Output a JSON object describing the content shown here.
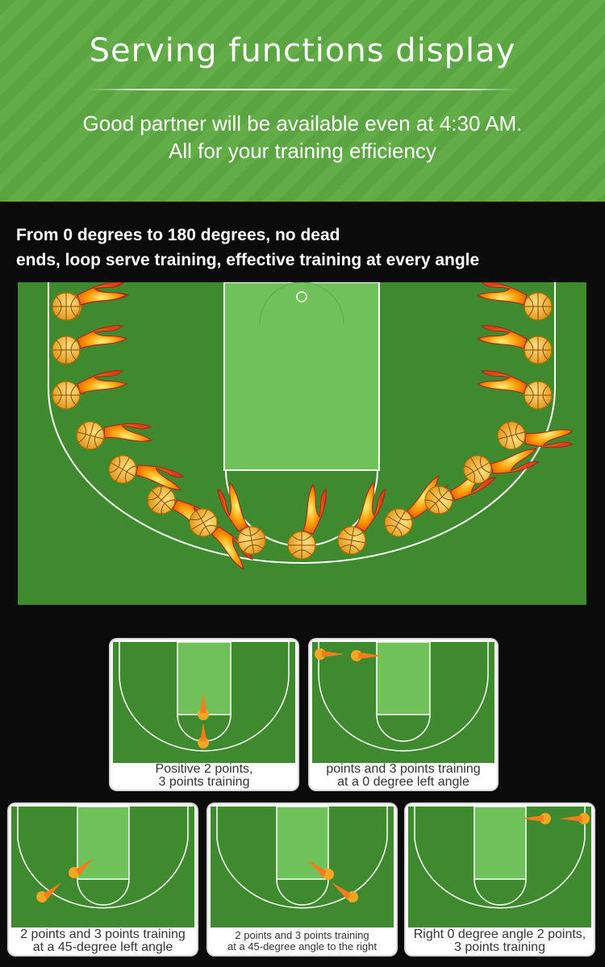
{
  "header": {
    "title": "Serving functions display",
    "subtitle_line1": "Good partner will be available even at 4:30 AM.",
    "subtitle_line2": "All for your training efficiency"
  },
  "headline": {
    "line1": "From 0 degrees to 180 degrees, no dead",
    "line2": "ends, loop serve training, effective training at every angle"
  },
  "colors": {
    "header_green": "#5aa441",
    "court_green": "#3f8a2e",
    "lane_green": "#6fc25a",
    "background": "#0b0b0b"
  },
  "thumbnails": [
    {
      "caption_line1": "Positive 2 points,",
      "caption_line2": "3 points training"
    },
    {
      "caption_line1": "points and 3 points training",
      "caption_line2": "at a 0 degree left angle"
    },
    {
      "caption_line1": "2 points and 3 points training",
      "caption_line2": "at a 45-degree left angle"
    },
    {
      "caption_line1": "2 points and 3 points training",
      "caption_line2": "at a 45-degree angle to the right"
    },
    {
      "caption_line1": "Right 0 degree angle 2 points,",
      "caption_line2": "3 points training"
    }
  ]
}
